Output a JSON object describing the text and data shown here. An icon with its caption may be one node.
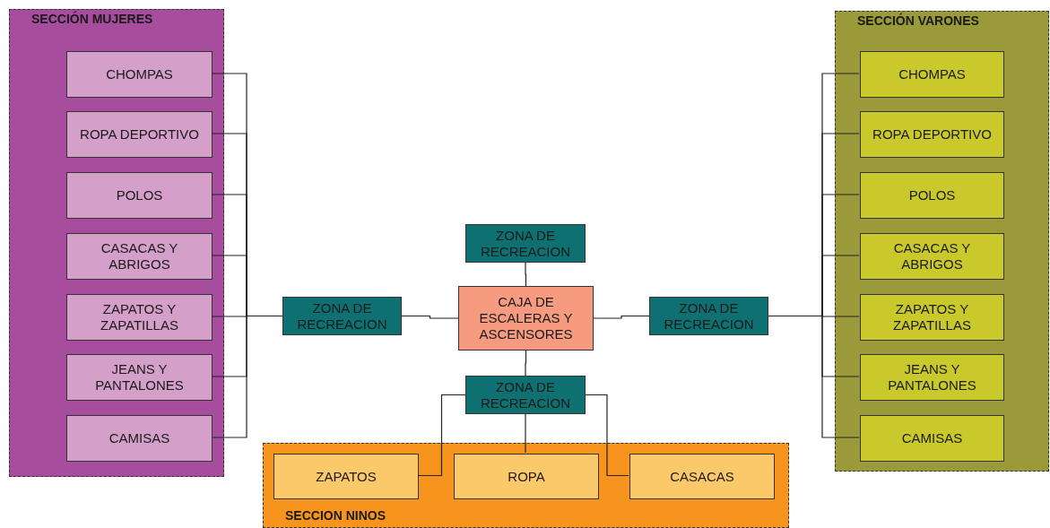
{
  "diagram": {
    "nodes": [
      {
        "text": [
          "SECCIÓN MUJERES"
        ]
      },
      {
        "text": [
          "CHOMPAS"
        ],
        "in": 0
      },
      {
        "text": [
          "ROPA DEPORTIVO"
        ],
        "in": 0
      },
      {
        "text": [
          "POLOS"
        ],
        "in": 0
      },
      {
        "text": [
          "CASACAS Y ABRIGOS"
        ],
        "in": 0
      },
      {
        "text": [
          "ZAPATOS Y ZAPATILLAS"
        ],
        "in": 0
      },
      {
        "text": [
          "JEANS Y PANTALONES"
        ],
        "in": 0
      },
      {
        "text": [
          "CAMISAS"
        ],
        "in": 0
      },
      {
        "text": [
          "SECCIÓN VARONES"
        ]
      },
      {
        "text": [
          "CHOMPAS"
        ],
        "in": 8
      },
      {
        "text": [
          "ROPA DEPORTIVO"
        ],
        "in": 8
      },
      {
        "text": [
          "POLOS"
        ],
        "in": 8
      },
      {
        "text": [
          "CASACAS Y ABRIGOS"
        ],
        "in": 8
      },
      {
        "text": [
          "ZAPATOS Y ZAPATILLAS"
        ],
        "in": 8
      },
      {
        "text": [
          "JEANS Y PANTALONES"
        ],
        "in": 8
      },
      {
        "text": [
          "CAMISAS"
        ],
        "in": 8
      },
      {
        "text": [
          "ZONA DE RECREACION"
        ]
      },
      {
        "text": [
          "ZONA DE RECREACION"
        ]
      },
      {
        "text": [
          "CAJA DE ESCALERAS Y ASCENSORES"
        ]
      },
      {
        "text": [
          "ZONA DE RECREACION"
        ]
      },
      {
        "text": [
          "ZONA DE RECREACION"
        ]
      },
      {
        "text": [
          "SECCION NINOS"
        ]
      },
      {
        "text": [
          "ZAPATOS"
        ],
        "in": 21
      },
      {
        "text": [
          "ROPA"
        ],
        "in": 21
      },
      {
        "text": [
          "CASACAS"
        ],
        "in": 21
      }
    ],
    "edges": [
      {
        "from": 1,
        "to": 17,
        "arrow": "none"
      },
      {
        "from": 2,
        "to": 17,
        "arrow": "none"
      },
      {
        "from": 3,
        "to": 17,
        "arrow": "none"
      },
      {
        "from": 4,
        "to": 17,
        "arrow": "none"
      },
      {
        "from": 5,
        "to": 17,
        "arrow": "none"
      },
      {
        "from": 6,
        "to": 17,
        "arrow": "none"
      },
      {
        "from": 7,
        "to": 17,
        "arrow": "none"
      },
      {
        "from": 17,
        "to": 18,
        "arrow": "none"
      },
      {
        "from": 18,
        "to": 16,
        "arrow": "none"
      },
      {
        "from": 18,
        "to": 19,
        "arrow": "none"
      },
      {
        "from": 18,
        "to": 20,
        "arrow": "none"
      },
      {
        "from": 19,
        "to": 9,
        "arrow": "none"
      },
      {
        "from": 19,
        "to": 10,
        "arrow": "none"
      },
      {
        "from": 19,
        "to": 11,
        "arrow": "none"
      },
      {
        "from": 19,
        "to": 12,
        "arrow": "none"
      },
      {
        "from": 19,
        "to": 13,
        "arrow": "none"
      },
      {
        "from": 19,
        "to": 14,
        "arrow": "none"
      },
      {
        "from": 19,
        "to": 15,
        "arrow": "none"
      },
      {
        "from": 20,
        "to": 22,
        "arrow": "none"
      },
      {
        "from": 20,
        "to": 23,
        "arrow": "none"
      },
      {
        "from": 20,
        "to": 24,
        "arrow": "none"
      }
    ]
  }
}
